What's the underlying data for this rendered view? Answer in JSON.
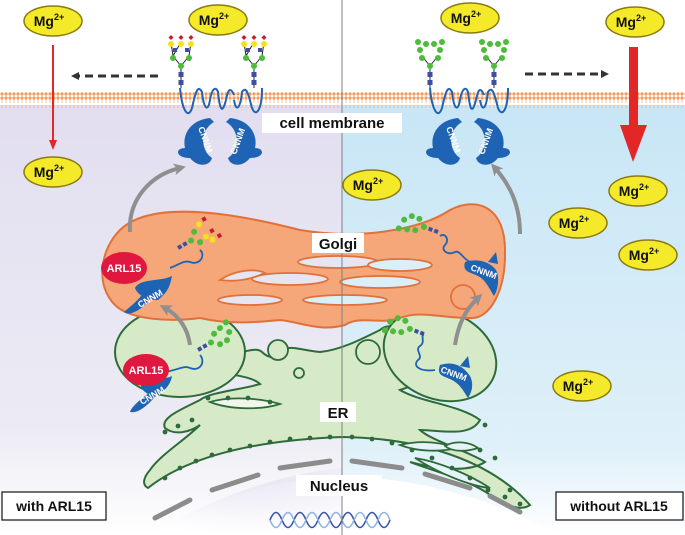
{
  "colors": {
    "left_cytoplasm": "#e4e1f1",
    "right_cytoplasm": "#cfe9f7",
    "membrane_head": "#f3a36b",
    "golgi_fill": "#f6a77a",
    "golgi_stroke": "#e0713a",
    "er_fill": "#d7ebc9",
    "er_stroke": "#2e6b3a",
    "cnnm": "#1f63b5",
    "arl15": "#e0173f",
    "mg_fill": "#f5ea2a",
    "mg_stroke": "#8a7a10",
    "arrow_red": "#e32626",
    "arrow_gray": "#8f8f8f",
    "glycan_green": "#4dbb3c",
    "glycan_yellow": "#f6e11a",
    "glycan_red": "#c81c2c",
    "glycan_blue": "#3d4fa0"
  },
  "labels": {
    "cell_membrane": "cell membrane",
    "golgi": "Golgi",
    "er": "ER",
    "nucleus": "Nucleus",
    "with_arl15": "with ARL15",
    "without_arl15": "without ARL15",
    "cnnm": "CNNM",
    "arl15": "ARL15",
    "mg_base": "Mg",
    "mg_charge": "2+"
  },
  "mg_ions": [
    {
      "id": "left-extracellular-1",
      "side": "left"
    },
    {
      "id": "left-extracellular-2",
      "side": "left"
    },
    {
      "id": "left-intracellular-1",
      "side": "left"
    },
    {
      "id": "right-extracellular-1",
      "side": "right"
    },
    {
      "id": "right-extracellular-2",
      "side": "right"
    },
    {
      "id": "right-intracellular-1",
      "side": "right"
    },
    {
      "id": "right-intracellular-2",
      "side": "right"
    },
    {
      "id": "right-intracellular-3",
      "side": "right"
    },
    {
      "id": "right-intracellular-4",
      "side": "right"
    },
    {
      "id": "right-intracellular-5",
      "side": "right"
    }
  ],
  "panels": [
    {
      "name": "with ARL15",
      "glycan": "complex (sialylated)",
      "mg_influx": "low"
    },
    {
      "name": "without ARL15",
      "glycan": "high-mannose",
      "mg_influx": "high"
    }
  ]
}
